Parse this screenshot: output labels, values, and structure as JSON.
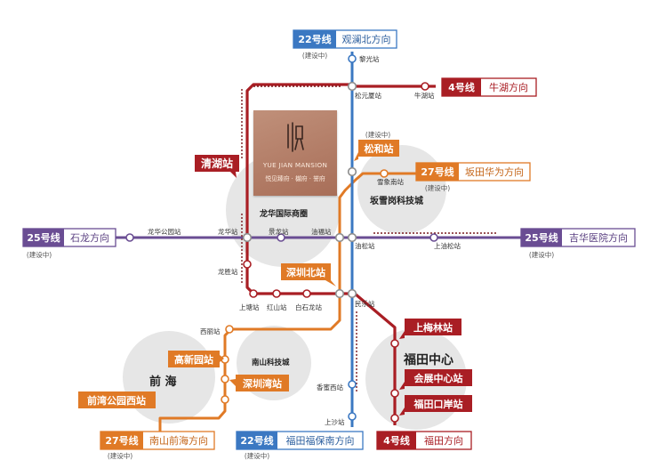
{
  "legend": {
    "l22_north": {
      "line": "22号线",
      "dir": "观澜北方向",
      "note": "(建设中)"
    },
    "l4_north": {
      "line": "4号线",
      "dir": "牛湖方向"
    },
    "l27_east": {
      "line": "27号线",
      "dir": "坂田华为方向",
      "note": "(建设中)"
    },
    "l25_west": {
      "line": "25号线",
      "dir": "石龙方向",
      "note": "(建设中)"
    },
    "l25_east": {
      "line": "25号线",
      "dir": "吉华医院方向",
      "note": "(建设中)"
    },
    "l27_south": {
      "line": "27号线",
      "dir": "南山前海方向",
      "note": "(建设中)"
    },
    "l22_south": {
      "line": "22号线",
      "dir": "福田福保南方向",
      "note": "(建设中)"
    },
    "l4_south": {
      "line": "4号线",
      "dir": "福田方向"
    }
  },
  "callouts": {
    "qinghu": "清湖站",
    "songhe": "松和站",
    "songhe_note": "(建设中)",
    "shenzhenbei": "深圳北站",
    "gaoxinyuan": "高新园站",
    "shenzhenwan": "深圳湾站",
    "qianwan": "前湾公园西站",
    "shangmeilin": "上梅林站",
    "huizhan": "会展中心站",
    "futiankouan": "福田口岸站"
  },
  "stations": {
    "liguang": "黎光站",
    "songyuansha": "松元厦站",
    "niuhu": "牛湖站",
    "xuexiangnan": "雪象南站",
    "longhuagongyuan": "龙华公园站",
    "longhua": "龙华站",
    "jinglong": "景龙站",
    "youfu": "油福站",
    "yousong": "油松站",
    "shangyousong": "上油松站",
    "longsheng": "龙胜站",
    "shangtang": "上塘站",
    "hongshan": "红山站",
    "baishilong": "白石龙站",
    "minle": "民乐站",
    "xili": "西丽站",
    "xiangmixihu": "香蜜西站",
    "shangsha": "上沙站"
  },
  "areas": {
    "longhua_cbd": "龙华国际商圈",
    "bantian": "坂雪岗科技城",
    "nanshan": "南山科技城",
    "qianhai": "前 海",
    "futian": "福田中心"
  },
  "project": {
    "name_en": "YUE JIAN MANSION",
    "name_cn": "悦见臻府 · 樾府 · 誉府"
  },
  "colors": {
    "line22": "#3b78c2",
    "line4": "#a91e24",
    "line27": "#e07a26",
    "line25": "#6a4d93",
    "circle": "#e7e7e7"
  }
}
